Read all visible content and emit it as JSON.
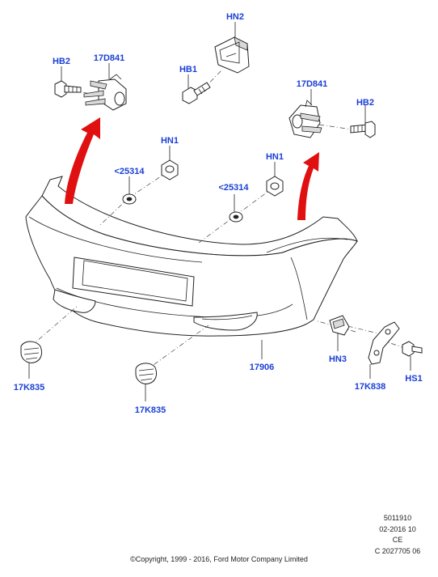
{
  "labels": {
    "hn2": "HN2",
    "hb2_left": "HB2",
    "d841_left": "17D841",
    "hb1": "HB1",
    "d841_right": "17D841",
    "hb2_right": "HB2",
    "hn1_left": "HN1",
    "c25314_left": "<25314",
    "hn1_right": "HN1",
    "c25314_right": "<25314",
    "k835_left": "17K835",
    "k835_center": "17K835",
    "p17906": "17906",
    "hn3": "HN3",
    "k838": "17K838",
    "hs1": "HS1"
  },
  "meta": {
    "line1": "5011910",
    "line2": "02-2016 10",
    "line3": "CE",
    "line4": "C 2027705 06"
  },
  "copyright": "©Copyright, 1999 - 2016, Ford Motor Company Limited",
  "colors": {
    "label": "#1a3fd6",
    "arrow": "#e01010",
    "line": "#222222"
  }
}
